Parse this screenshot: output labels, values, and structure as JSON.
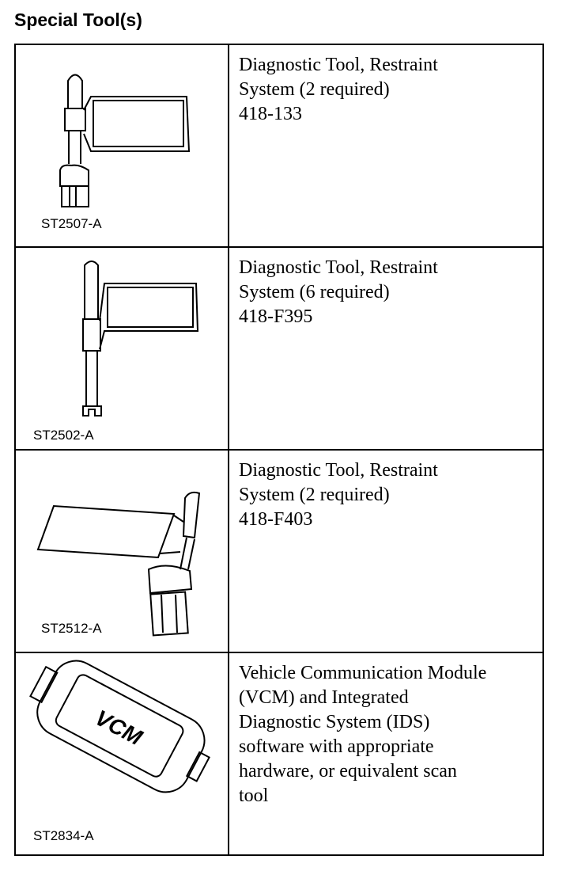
{
  "title": "Special Tool(s)",
  "tools": [
    {
      "figure": "ST2507-A",
      "lines": [
        "Diagnostic Tool, Restraint",
        "System (2 required)",
        "418-133"
      ]
    },
    {
      "figure": "ST2502-A",
      "lines": [
        "Diagnostic Tool, Restraint",
        "System (6 required)",
        "418-F395"
      ]
    },
    {
      "figure": "ST2512-A",
      "lines": [
        "Diagnostic Tool, Restraint",
        "System (2 required)",
        "418-F403"
      ]
    },
    {
      "figure": "ST2834-A",
      "vcm_label": "VCM",
      "lines": [
        "Vehicle Communication Module",
        "(VCM) and Integrated",
        "Diagnostic System (IDS)",
        "software with appropriate",
        "hardware, or equivalent scan",
        "tool"
      ]
    }
  ]
}
